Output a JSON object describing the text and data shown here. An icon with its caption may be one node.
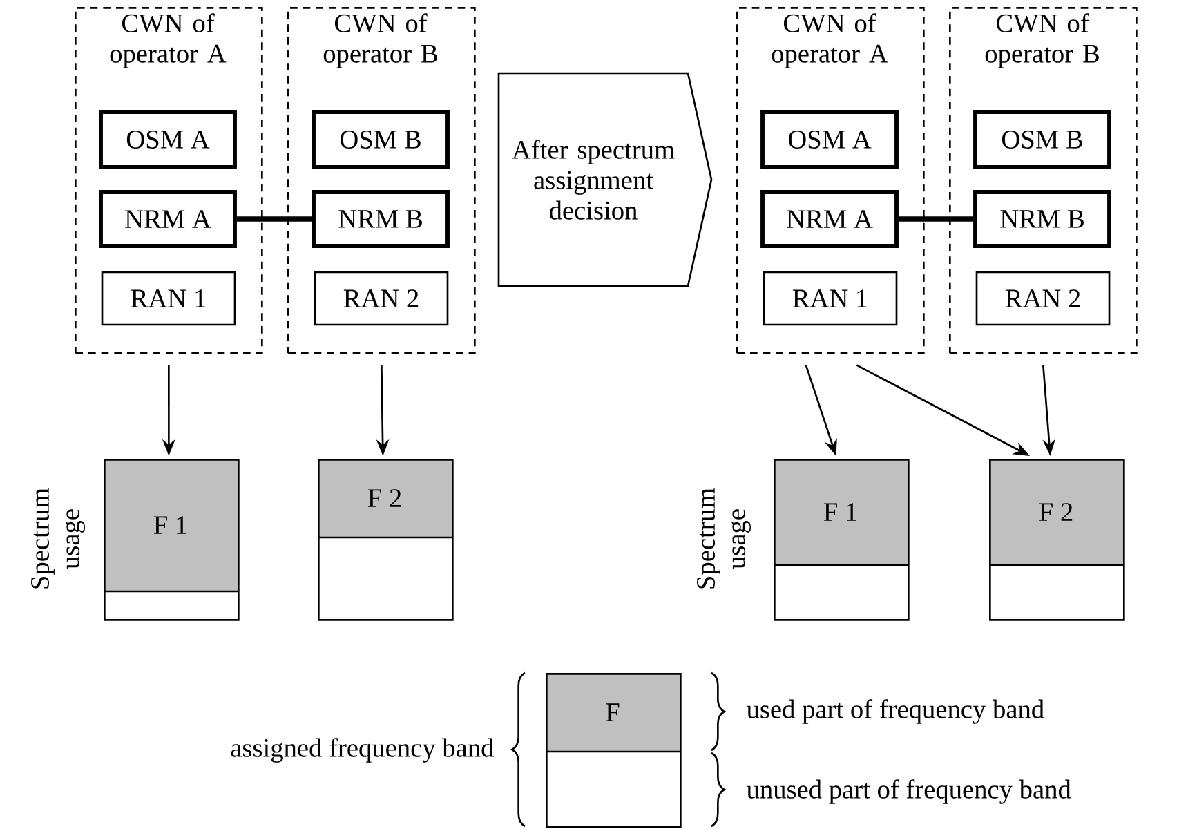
{
  "diagram": {
    "nodes": [
      {
        "text": [
          "CWN of operator A"
        ]
      },
      {
        "text": [
          "OSM A"
        ],
        "in": 0
      },
      {
        "text": [
          "NRM A"
        ],
        "in": 0
      },
      {
        "text": [
          "RAN 1"
        ],
        "in": 0
      },
      {
        "text": [
          "CWN of operator B"
        ]
      },
      {
        "text": [
          "OSM B"
        ],
        "in": 4
      },
      {
        "text": [
          "NRM B"
        ],
        "in": 4
      },
      {
        "text": [
          "RAN 2"
        ],
        "in": 4
      },
      {
        "text": [
          "After spectrum assignment decision"
        ]
      },
      {
        "text": [
          "CWN of operator A"
        ]
      },
      {
        "text": [
          "OSM A"
        ],
        "in": 9
      },
      {
        "text": [
          "NRM A"
        ],
        "in": 9
      },
      {
        "text": [
          "RAN 1"
        ],
        "in": 9
      },
      {
        "text": [
          "CWN of operator B"
        ]
      },
      {
        "text": [
          "OSM B"
        ],
        "in": 13
      },
      {
        "text": [
          "NRM B"
        ],
        "in": 13
      },
      {
        "text": [
          "RAN 2"
        ],
        "in": 13
      },
      {
        "text": [
          "F 1"
        ]
      },
      {
        "text": [
          "F 2"
        ]
      },
      {
        "text": [
          "F 1"
        ]
      },
      {
        "text": [
          "F 2"
        ]
      },
      {
        "text": [
          "F"
        ]
      }
    ],
    "edges": [
      {
        "from": 2,
        "to": 6,
        "arrow": "none",
        "style": "thick"
      },
      {
        "from": 0,
        "to": 17,
        "arrow": "to"
      },
      {
        "from": 4,
        "to": 18,
        "arrow": "to"
      },
      {
        "from": 11,
        "to": 15,
        "arrow": "none",
        "style": "thick"
      },
      {
        "from": 9,
        "to": 19,
        "arrow": "to"
      },
      {
        "from": 9,
        "to": 20,
        "arrow": "to"
      },
      {
        "from": 13,
        "to": 20,
        "arrow": "to"
      }
    ],
    "labels": [
      "Spectrum usage",
      "Spectrum usage",
      "assigned frequency band",
      "used part of frequency band",
      "unused part of frequency band"
    ]
  }
}
